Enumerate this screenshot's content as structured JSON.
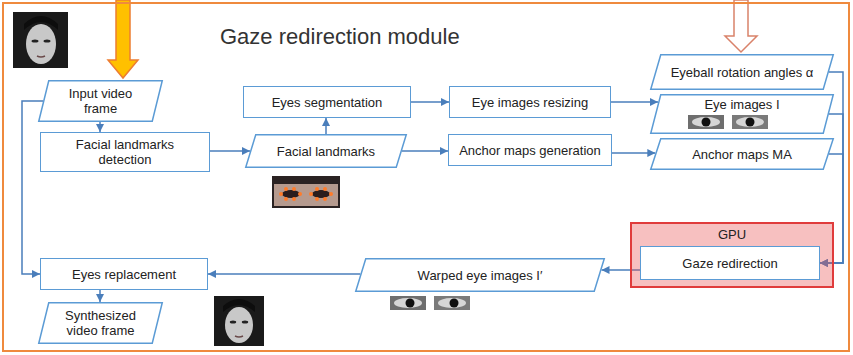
{
  "diagram": {
    "nodes": [
      {
        "text": [
          "Gaze redirection module"
        ]
      },
      {
        "text": [
          "Input video frame"
        ],
        "in": 0
      },
      {
        "text": [
          "Eyeball rotation angles α"
        ],
        "in": 0
      },
      {
        "text": [
          "Eyes segmentation"
        ],
        "in": 0
      },
      {
        "text": [
          "Eye images resizing"
        ],
        "in": 0
      },
      {
        "text": [
          "Eye images I"
        ],
        "in": 0
      },
      {
        "text": [
          "Facial landmarks detection"
        ],
        "in": 0
      },
      {
        "text": [
          "Facial landmarks"
        ],
        "in": 0
      },
      {
        "text": [
          "Anchor maps generation"
        ],
        "in": 0
      },
      {
        "text": [
          "Anchor maps MA"
        ],
        "in": 0
      },
      {
        "text": [
          "GPU"
        ],
        "in": 0
      },
      {
        "text": [
          "Gaze redirection"
        ],
        "in": 10
      },
      {
        "text": [
          "Eyes replacement"
        ],
        "in": 0
      },
      {
        "text": [
          "Warped eye images I′"
        ],
        "in": 0
      },
      {
        "text": [
          "Synthesized video frame"
        ],
        "in": 0
      }
    ],
    "edges": [
      {
        "from": 1,
        "to": 6,
        "arrow": "to"
      },
      {
        "from": 6,
        "to": 7,
        "arrow": "to"
      },
      {
        "from": 7,
        "to": 3,
        "arrow": "to"
      },
      {
        "from": 3,
        "to": 4,
        "arrow": "to"
      },
      {
        "from": 4,
        "to": 5,
        "arrow": "to"
      },
      {
        "from": 7,
        "to": 8,
        "arrow": "to"
      },
      {
        "from": 8,
        "to": 9,
        "arrow": "to"
      },
      {
        "from": 2,
        "to": 11,
        "arrow": "to"
      },
      {
        "from": 5,
        "to": 11,
        "arrow": "to"
      },
      {
        "from": 9,
        "to": 11,
        "arrow": "to"
      },
      {
        "from": 11,
        "to": 13,
        "arrow": "to"
      },
      {
        "from": 13,
        "to": 12,
        "arrow": "to"
      },
      {
        "from": 1,
        "to": 12,
        "arrow": "to"
      },
      {
        "from": 12,
        "to": 14,
        "arrow": "to"
      }
    ]
  }
}
